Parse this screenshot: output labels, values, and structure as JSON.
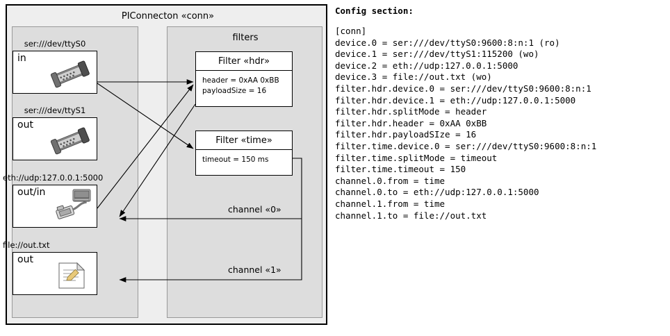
{
  "diagram": {
    "outer_box_title": "PIConnecton «conn»",
    "endpoints": [
      {
        "caption": "ser:///dev/ttyS0",
        "label": "in",
        "icon": "serial-port-icon",
        "caption_align": "center"
      },
      {
        "caption": "ser:///dev/ttyS1",
        "label": "out",
        "icon": "serial-port-icon",
        "caption_align": "center"
      },
      {
        "caption": "eth://udp:127.0.0.1:5000",
        "label": "out/in",
        "icon": "network-plug-icon",
        "caption_align": "left"
      },
      {
        "caption": "file://out.txt",
        "label": "out",
        "icon": "text-file-icon",
        "caption_align": "center"
      }
    ],
    "filters_panel_title": "filters",
    "filters": [
      {
        "title": "Filter «hdr»",
        "properties": [
          "header = 0xAA 0xBB",
          "payloadSize = 16"
        ]
      },
      {
        "title": "Filter «time»",
        "properties": [
          "timeout = 150 ms"
        ]
      }
    ],
    "channels": [
      {
        "label": "channel «0»"
      },
      {
        "label": "channel «1»"
      }
    ]
  },
  "config": {
    "heading": "Config section:",
    "text": "[conn]\ndevice.0 = ser:///dev/ttyS0:9600:8:n:1 (ro)\ndevice.1 = ser:///dev/ttyS1:115200 (wo)\ndevice.2 = eth://udp:127.0.0.1:5000\ndevice.3 = file://out.txt (wo)\nfilter.hdr.device.0 = ser:///dev/ttyS0:9600:8:n:1\nfilter.hdr.device.1 = eth://udp:127.0.0.1:5000\nfilter.hdr.splitMode = header\nfilter.hdr.header = 0xAA 0xBB\nfilter.hdr.payloadSIze = 16\nfilter.time.device.0 = ser:///dev/ttyS0:9600:8:n:1\nfilter.time.splitMode = timeout\nfilter.time.timeout = 150\nchannel.0.from = time\nchannel.0.to = eth://udp:127.0.0.1:5000\nchannel.1.from = time\nchannel.1.to = file://out.txt"
  },
  "colors": {
    "outer_fill": "#eeeeee",
    "panel_fill": "#dddddd",
    "card_fill": "#ffffff",
    "stroke": "#000000"
  }
}
